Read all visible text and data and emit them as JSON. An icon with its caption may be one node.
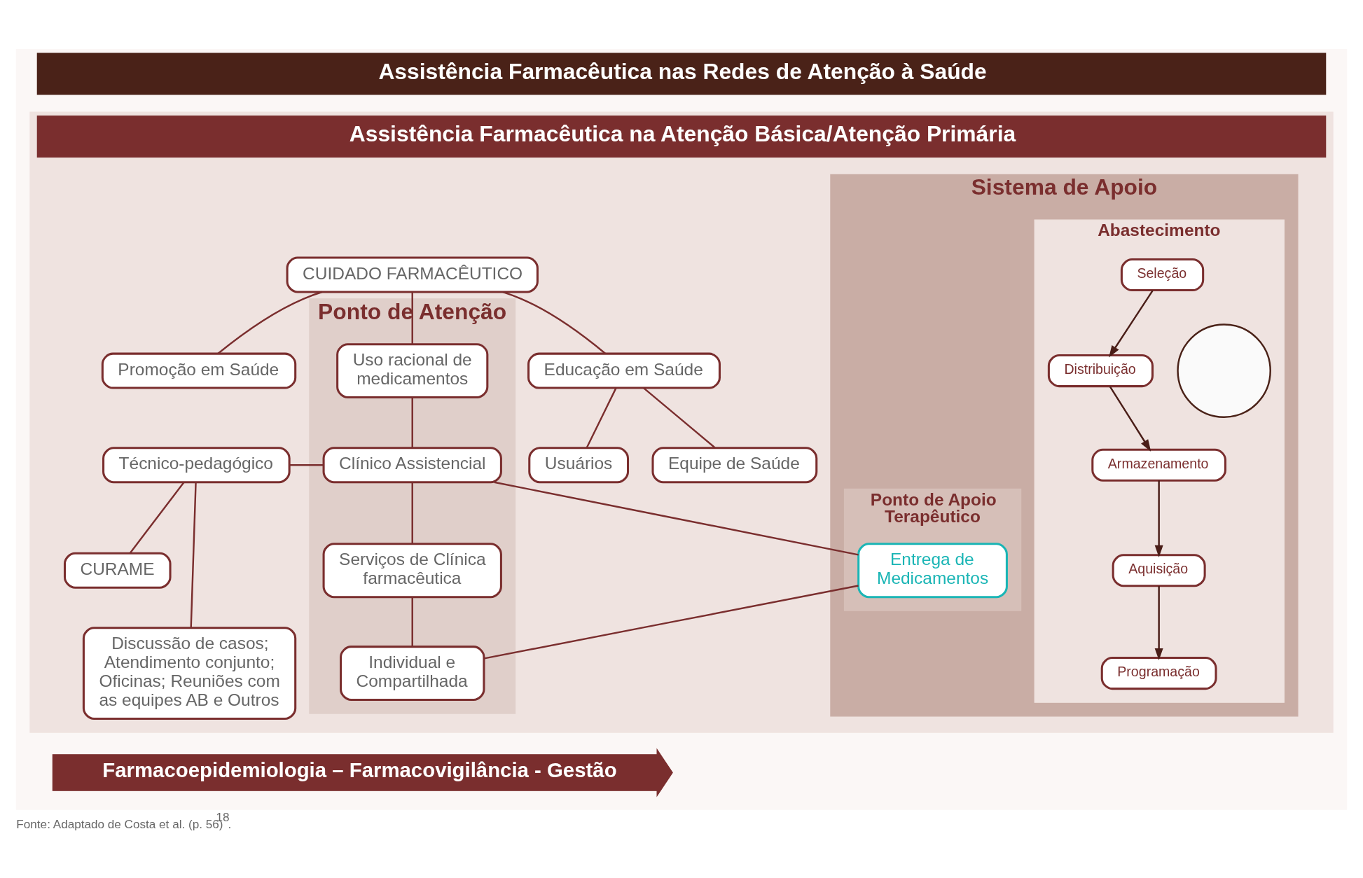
{
  "diagram": {
    "caption": "Fonte: Adaptado de Costa et al. (p. 56)$^{18}$.",
    "nodes": [
      {
        "text": [
          "Assistência Farmacêutica nas Redes de Atenção à Saúde"
        ]
      },
      {
        "text": [
          "Assistência Farmacêutica na Atenção Básica/Atenção Primária"
        ],
        "in": 0
      },
      {
        "text": [
          "Ponto de Atenção"
        ],
        "in": 1
      },
      {
        "text": [
          "Sistema de Apoio"
        ],
        "in": 1
      },
      {
        "text": [
          "Ponto de Apoio Terapêutico"
        ],
        "in": 3
      },
      {
        "text": [
          "Abastecimento"
        ],
        "in": 3
      },
      {
        "text": [
          "CUIDADO FARMACÊUTICO"
        ],
        "in": 1
      },
      {
        "text": [
          "Educação em Saúde"
        ],
        "in": 1
      },
      {
        "text": [
          "Promoção em Saúde"
        ],
        "in": 1
      },
      {
        "text": [
          "Uso racional de medicamentos"
        ],
        "in": 2
      },
      {
        "text": [
          "Equipe de Saúde"
        ],
        "in": 1
      },
      {
        "text": [
          "Usuários"
        ],
        "in": 1
      },
      {
        "text": [
          "Técnico-pedagógico"
        ],
        "in": 1
      },
      {
        "text": [
          "Clínico Assistencial"
        ],
        "in": 2
      },
      {
        "text": [
          "CURAME"
        ],
        "in": 1
      },
      {
        "text": [
          "Discussão de casos; Atendimento conjunto; Oficinas; Reuniões com as equipes AB e Outros"
        ],
        "in": 1
      },
      {
        "text": [
          "Serviços de Clínica farmacêutica"
        ],
        "in": 2
      },
      {
        "text": [
          "Individual e Compartilhada"
        ],
        "in": 2
      },
      {
        "text": [
          "Entrega de Medicamentos"
        ],
        "in": 4
      },
      {
        "text": [
          "Seleção"
        ],
        "in": 5
      },
      {
        "text": [
          "Programação"
        ],
        "in": 5
      },
      {
        "text": [
          "Distribuição"
        ],
        "in": 5
      },
      {
        "text": [
          "Aquisição"
        ],
        "in": 5
      },
      {
        "text": [
          "Armazenamento"
        ],
        "in": 5
      },
      {
        "text": [],
        "shape": "circle",
        "in": 5
      },
      {
        "text": [
          "Farmacoepidemiologia – Farmacovigilância - Gestão"
        ],
        "in": 0
      }
    ],
    "edges": [
      {
        "from": 6,
        "to": 7,
        "arrow": "none"
      },
      {
        "from": 6,
        "to": 8,
        "arrow": "none"
      },
      {
        "from": 6,
        "to": 9,
        "arrow": "none"
      },
      {
        "from": 7,
        "to": 10,
        "arrow": "none"
      },
      {
        "from": 7,
        "to": 11,
        "arrow": "none"
      },
      {
        "from": 9,
        "to": 13,
        "arrow": "none"
      },
      {
        "from": 12,
        "to": 13,
        "arrow": "none"
      },
      {
        "from": 13,
        "to": 18,
        "arrow": "none"
      },
      {
        "from": 12,
        "to": 14,
        "arrow": "none"
      },
      {
        "from": 12,
        "to": 15,
        "arrow": "none"
      },
      {
        "from": 13,
        "to": 16,
        "arrow": "none"
      },
      {
        "from": 16,
        "to": 17,
        "arrow": "none"
      },
      {
        "from": 17,
        "to": 18,
        "arrow": "none"
      },
      {
        "from": 19,
        "to": 21,
        "arrow": "to",
        "color": "#4a1e18"
      },
      {
        "from": 21,
        "to": 23,
        "arrow": "to",
        "color": "#4a1e18"
      },
      {
        "from": 23,
        "to": 22,
        "arrow": "to",
        "color": "#4a1e18"
      },
      {
        "from": 22,
        "to": 20,
        "arrow": "to",
        "color": "#4a1e18"
      }
    ]
  }
}
